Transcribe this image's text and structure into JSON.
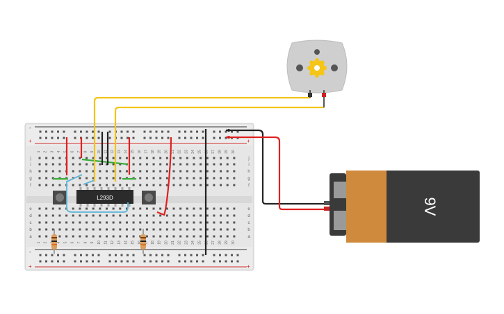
{
  "circuit": {
    "chip_label": "L293D",
    "battery_label": "9V",
    "row_letters_top": [
      "j",
      "i",
      "h",
      "g",
      "f"
    ],
    "row_letters_bottom": [
      "e",
      "d",
      "c",
      "b",
      "a"
    ],
    "rail_plus": "+",
    "rail_minus": "-",
    "column_numbers": [
      "1",
      "2",
      "3",
      "4",
      "5",
      "6",
      "7",
      "8",
      "9",
      "10",
      "11",
      "12",
      "13",
      "14",
      "15",
      "16",
      "17",
      "18",
      "19",
      "20",
      "21",
      "22",
      "23",
      "24",
      "25",
      "26",
      "27",
      "28",
      "29",
      "30"
    ]
  },
  "colors": {
    "yellow_wire": "#f2c418",
    "red_wire": "#e02020",
    "black_wire": "#222222",
    "green_wire": "#3aab3a",
    "blue_wire": "#5ab4d8",
    "breadboard": "#e8e8e8",
    "battery_body": "#3a3a3a",
    "battery_label": "#cf8a3e",
    "motor_body": "#cfcfcf",
    "gear": "#f5c518"
  }
}
